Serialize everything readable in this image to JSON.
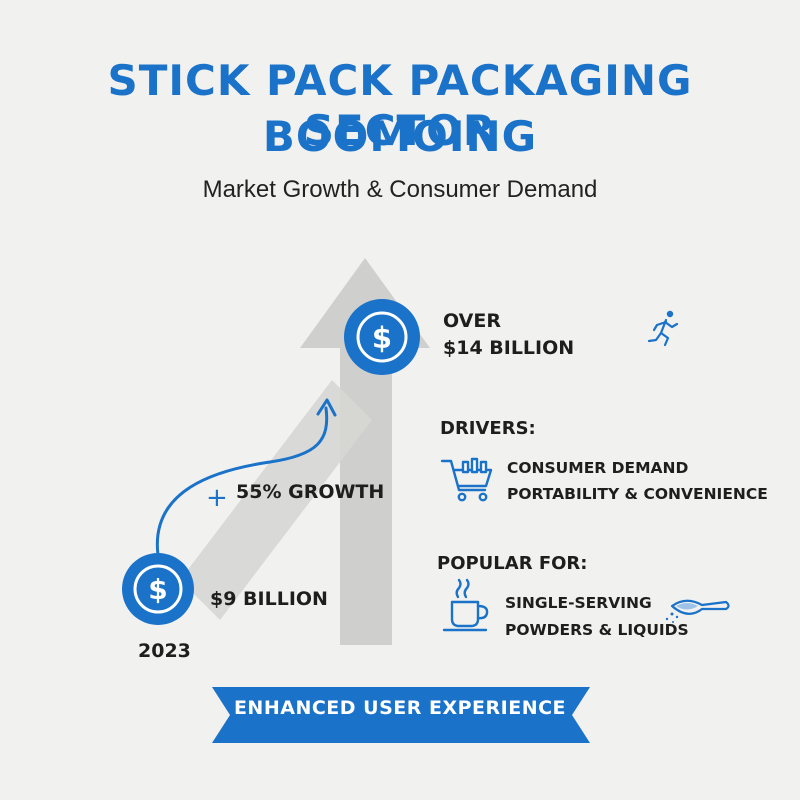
{
  "header": {
    "title_line1": "STICK PACK PACKAGING SECTOR",
    "title_line2": "BOOMOING",
    "subtitle": "Market Growth & Consumer Demand"
  },
  "growth": {
    "start_value": "$9 BILLION",
    "start_year": "2023",
    "growth_plus": "+",
    "growth_label": "55% GROWTH",
    "end_value_line1": "OVER",
    "end_value_line2": "$14 BILLION"
  },
  "drivers": {
    "heading": "DRIVERS:",
    "items": [
      "CONSUMER DEMAND",
      "PORTABILITY & CONVENIENCE"
    ]
  },
  "popular": {
    "heading": "POPULAR FOR:",
    "items": [
      "SINGLE-SERVING",
      "POWDERS & LIQUIDS"
    ]
  },
  "banner": {
    "label": "ENHANCED USER EXPERIENCE"
  },
  "colors": {
    "accent_blue": "#1a72c9",
    "arrow_gray": "#cfcfcd",
    "background": "#f1f1ef"
  },
  "icons": [
    "dollar-coin-icon",
    "running-person-icon",
    "shopping-cart-icon",
    "coffee-cup-icon",
    "powder-scoop-icon"
  ]
}
